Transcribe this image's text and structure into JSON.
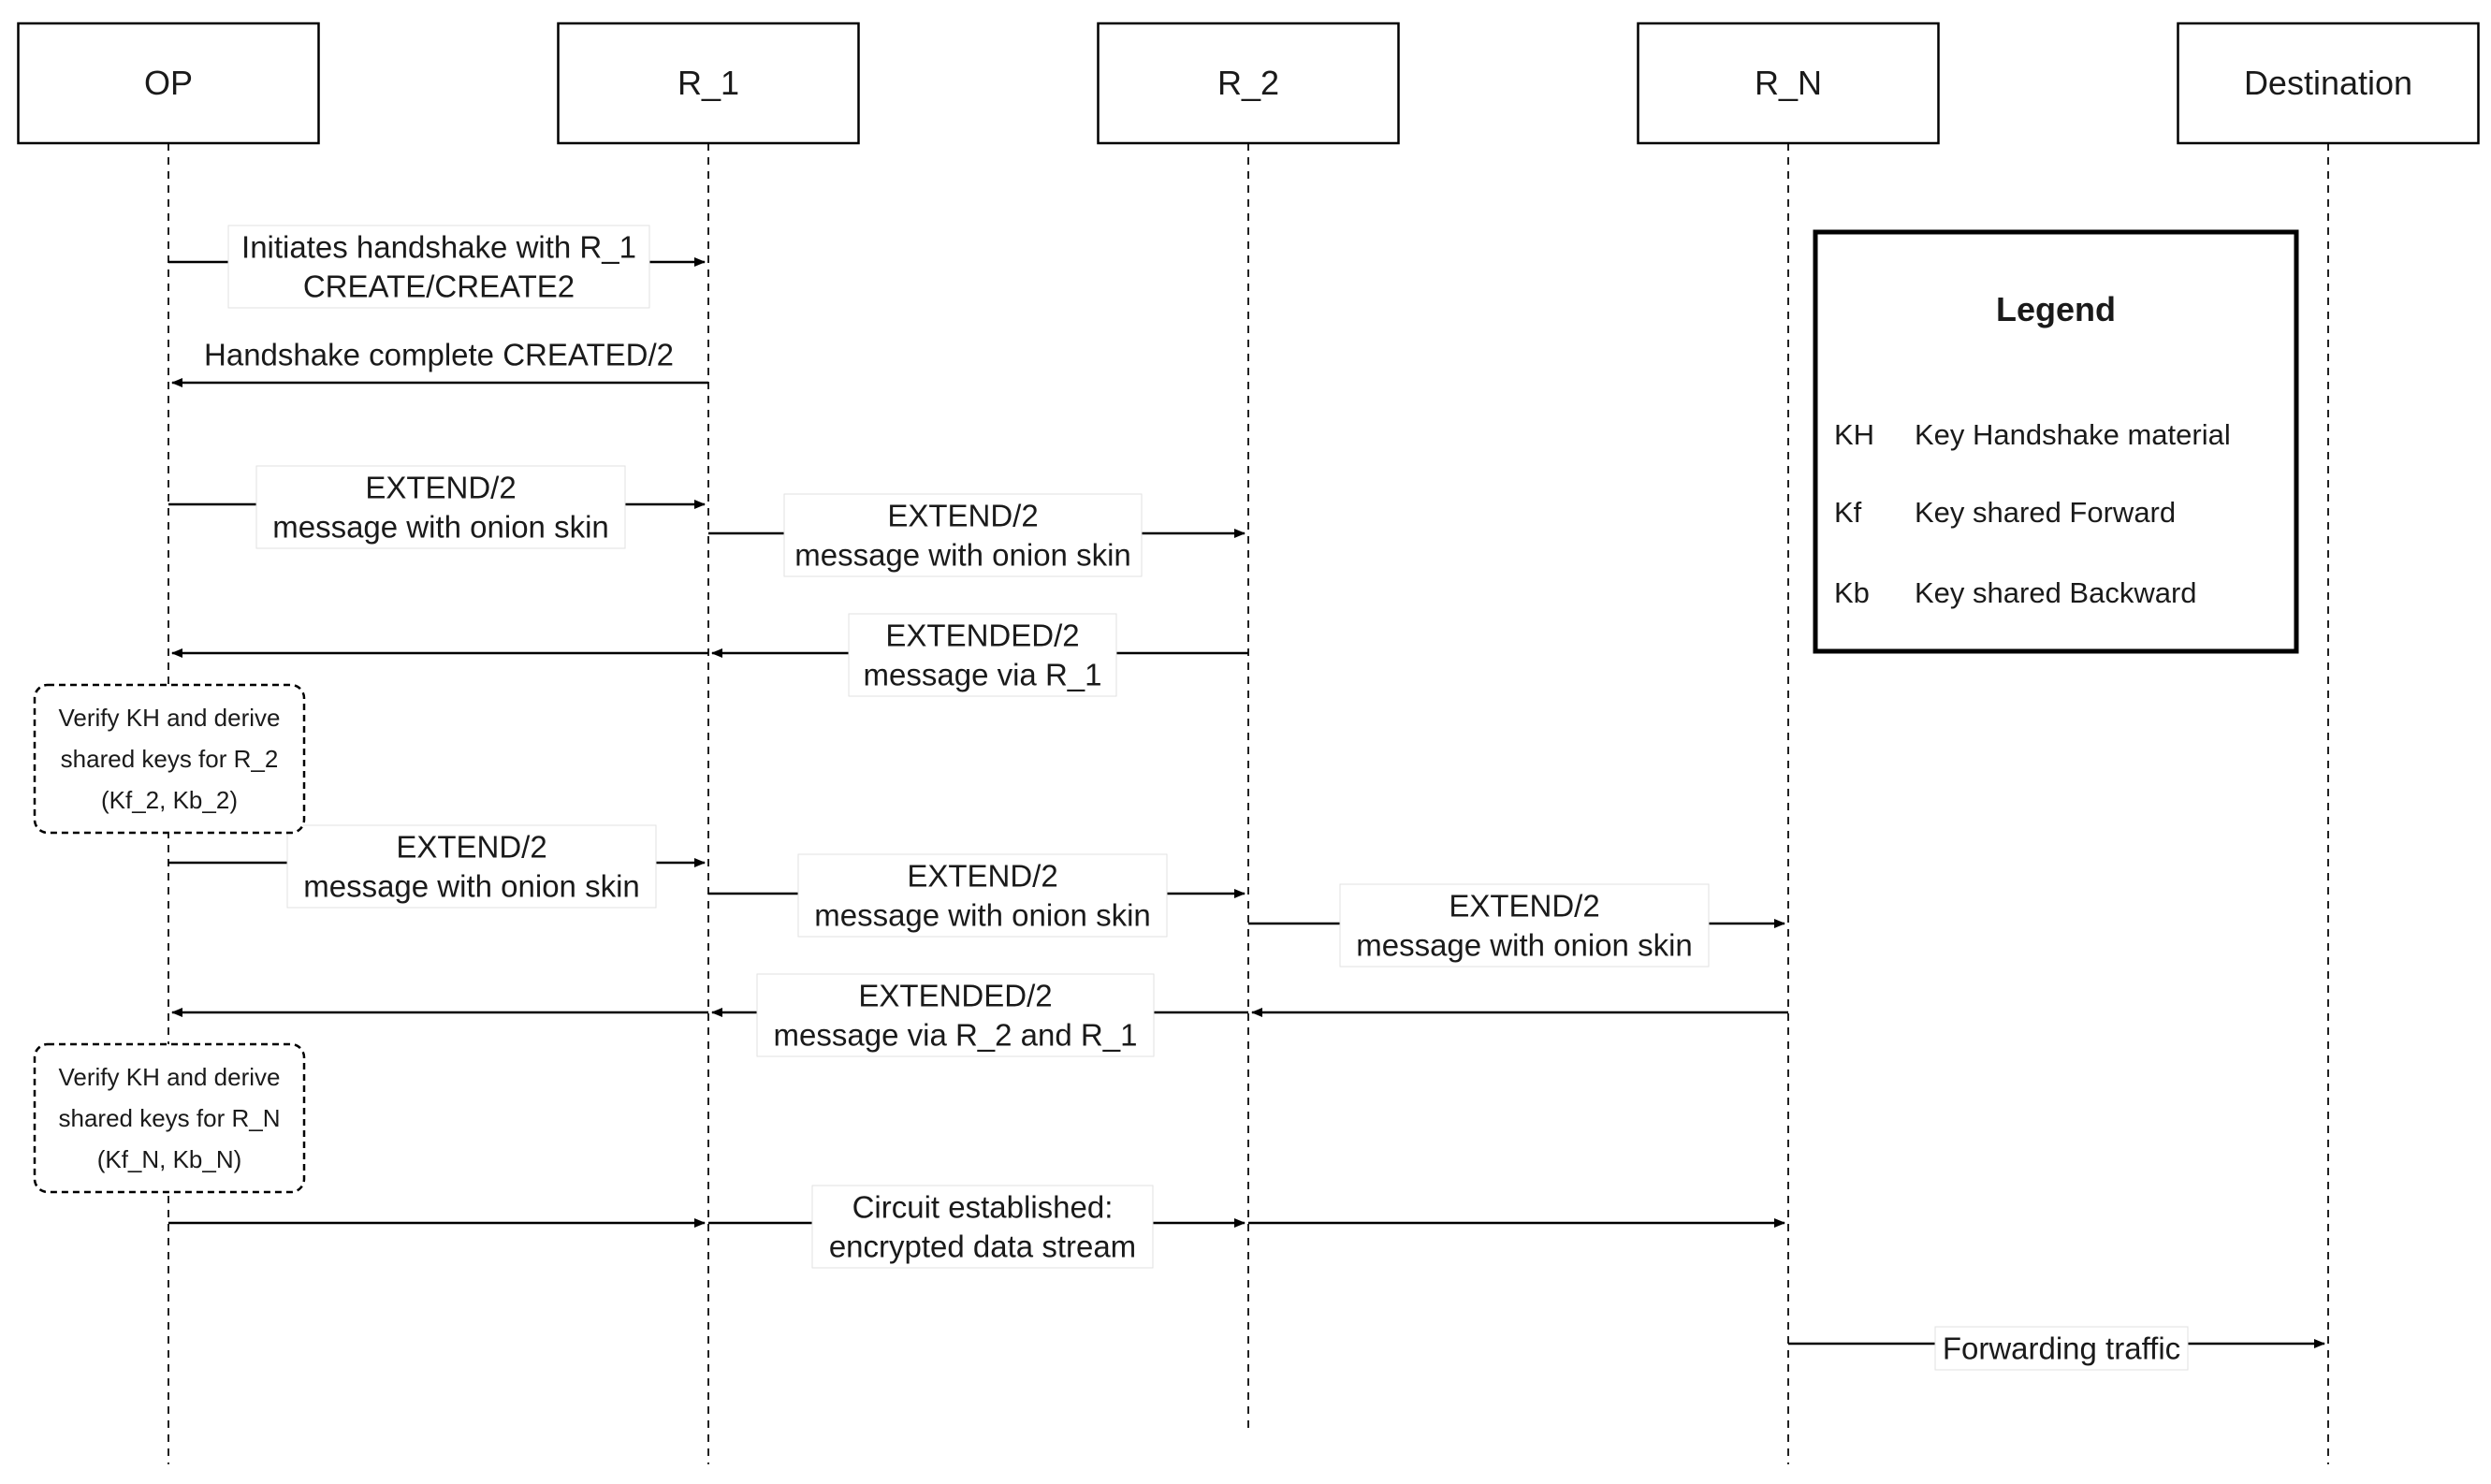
{
  "actors": [
    {
      "id": "op",
      "label": "OP"
    },
    {
      "id": "r1",
      "label": "R_1"
    },
    {
      "id": "r2",
      "label": "R_2"
    },
    {
      "id": "rn",
      "label": "R_N"
    },
    {
      "id": "dest",
      "label": "Destination"
    }
  ],
  "messages": [
    {
      "from": "op",
      "to": "r1",
      "lines": [
        "Initiates handshake with R_1",
        "CREATE/CREATE2"
      ]
    },
    {
      "from": "r1",
      "to": "op",
      "lines": [
        "Handshake complete CREATED/2"
      ]
    },
    {
      "from": "op",
      "to": "r1",
      "lines": [
        "EXTEND/2",
        "message with onion skin"
      ]
    },
    {
      "from": "r1",
      "to": "r2",
      "lines": [
        "EXTEND/2",
        "message with onion skin"
      ]
    },
    {
      "from": "r2",
      "to": "r1",
      "lines": [
        "EXTENDED/2",
        "message via R_1"
      ]
    },
    {
      "from": "r1",
      "to": "op",
      "lines": []
    },
    {
      "from": "op",
      "to": "r1",
      "lines": [
        "EXTEND/2",
        "message with onion skin"
      ]
    },
    {
      "from": "r1",
      "to": "r2",
      "lines": [
        "EXTEND/2",
        "message with onion skin"
      ]
    },
    {
      "from": "r2",
      "to": "rn",
      "lines": [
        "EXTEND/2",
        "message with onion skin"
      ]
    },
    {
      "from": "rn",
      "to": "r2",
      "lines": []
    },
    {
      "from": "r2",
      "to": "r1",
      "lines": [
        "EXTENDED/2",
        "message via R_2 and R_1"
      ]
    },
    {
      "from": "r1",
      "to": "op",
      "lines": []
    },
    {
      "from": "op",
      "to": "r1",
      "lines": []
    },
    {
      "from": "r1",
      "to": "r2",
      "lines": [
        "Circuit established:",
        "encrypted data stream"
      ]
    },
    {
      "from": "r2",
      "to": "rn",
      "lines": []
    },
    {
      "from": "rn",
      "to": "dest",
      "lines": [
        "Forwarding traffic"
      ]
    }
  ],
  "notes": [
    {
      "actor": "op",
      "lines": [
        "Verify KH and derive",
        "shared keys for R_2",
        "(Kf_2, Kb_2)"
      ]
    },
    {
      "actor": "op",
      "lines": [
        "Verify KH and derive",
        "shared keys for R_N",
        "(Kf_N, Kb_N)"
      ]
    }
  ],
  "legend": {
    "title": "Legend",
    "entries": [
      {
        "abbr": "KH",
        "text": "Key Handshake material"
      },
      {
        "abbr": "Kf",
        "text": "Key shared Forward"
      },
      {
        "abbr": "Kb",
        "text": "Key shared Backward"
      }
    ]
  },
  "colors": {
    "line": "#000000",
    "text": "#1a1a1a",
    "background": "#ffffff"
  }
}
